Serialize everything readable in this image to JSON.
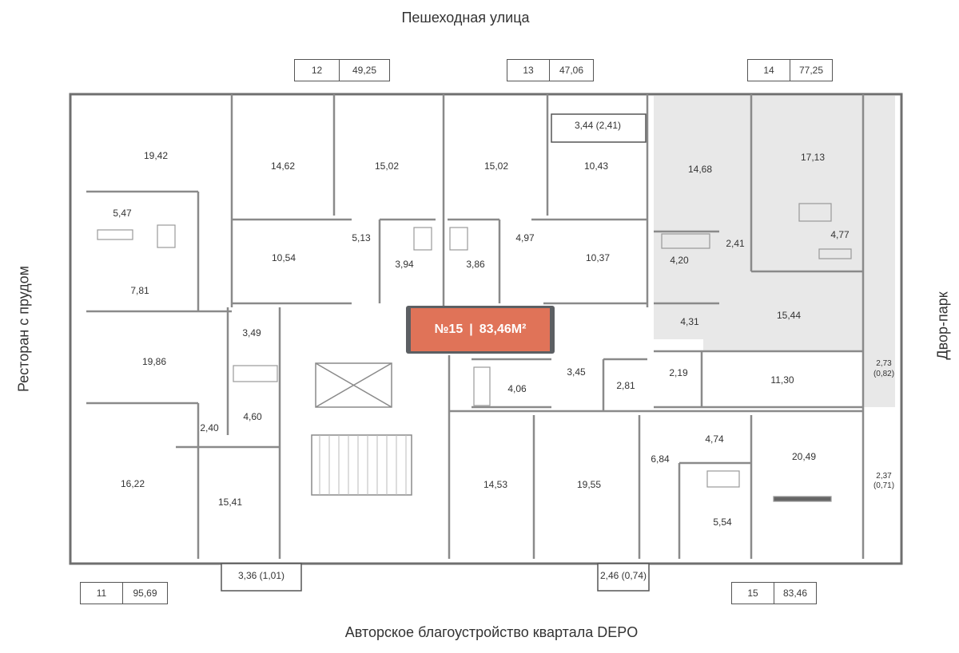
{
  "labels": {
    "top": "Пешеходная улица",
    "bottom": "Авторское благоустройство квартала DEPO",
    "left": "Ресторан с прудом",
    "right": "Двор-парк"
  },
  "selected": {
    "number": "№15",
    "separator": "|",
    "area": "83,46М²"
  },
  "apartment_tags": [
    {
      "number": "12",
      "area": "49,25"
    },
    {
      "number": "13",
      "area": "47,06"
    },
    {
      "number": "14",
      "area": "77,25"
    },
    {
      "number": "11",
      "area": "95,69"
    },
    {
      "number": "15",
      "area": "83,46"
    }
  ],
  "rooms": [
    "19,42",
    "5,47",
    "7,81",
    "19,86",
    "16,22",
    "14,62",
    "15,02",
    "15,02",
    "10,43",
    "3,44 (2,41)",
    "14,68",
    "17,13",
    "10,54",
    "5,13",
    "3,94",
    "3,86",
    "4,97",
    "10,37",
    "4,20",
    "2,41",
    "4,77",
    "3,49",
    "4,31",
    "15,44",
    "4,06",
    "3,45",
    "2,81",
    "2,19",
    "11,30",
    "2,73",
    "(0,82)",
    "4,60",
    "2,40",
    "15,41",
    "14,53",
    "19,55",
    "4,74",
    "6,84",
    "20,49",
    "5,54",
    "2,37",
    "(0,71)",
    "3,36 (1,01)",
    "2,46 (0,74)"
  ],
  "colors": {
    "wall": "#6f6f6f",
    "highlight": "#e07358",
    "highlight_frame": "#5c5f63",
    "shaded": "#e8e8e8"
  }
}
